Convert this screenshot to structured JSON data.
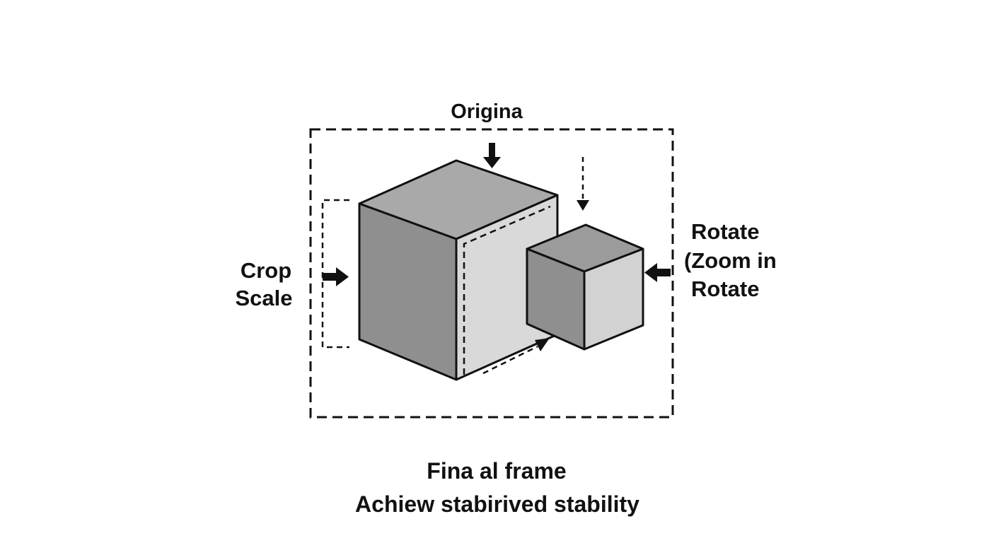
{
  "labels": {
    "top": "Origina",
    "left": [
      "Crop",
      "Scale"
    ],
    "right": [
      "Rotate",
      "(Zoom in",
      "Rotate"
    ],
    "bottom": [
      "Fina al frame",
      "Achiew stabirived stability"
    ]
  },
  "colors": {
    "stroke": "#111111",
    "large_cube_top": "#a9a9a9",
    "large_cube_left": "#8f8f8f",
    "large_cube_right": "#d9d9d9",
    "small_cube_top": "#9b9b9b",
    "small_cube_left": "#8f8f8f",
    "small_cube_right": "#d2d2d2"
  }
}
